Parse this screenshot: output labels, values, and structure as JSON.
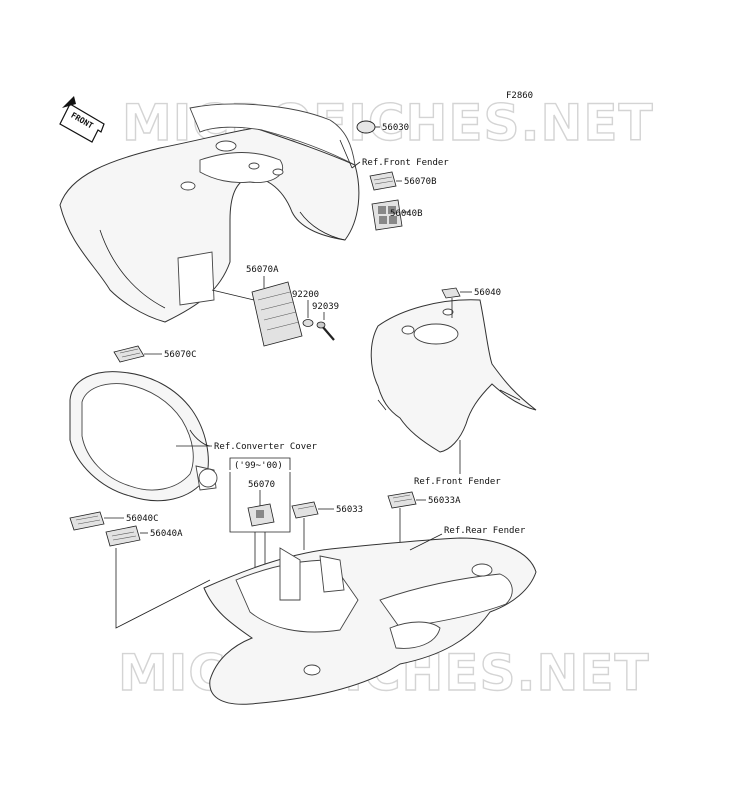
{
  "figure_code": "F2860",
  "watermark": "MICROFICHES.NET",
  "front_arrow_label": "FRONT",
  "parts": {
    "p56030": "56030",
    "p56070B": "56070B",
    "p56040B": "56040B",
    "p56070A": "56070A",
    "p92200": "92200",
    "p92039": "92039",
    "p56040": "56040",
    "p56070C": "56070C",
    "p56070": "56070",
    "p56033": "56033",
    "p56033A": "56033A",
    "p56040C": "56040C",
    "p56040A": "56040A"
  },
  "refs": {
    "front_fender_top": "Ref.Front Fender",
    "front_fender_mid": "Ref.Front Fender",
    "converter_cover": "Ref.Converter Cover",
    "rear_fender": "Ref.Rear Fender"
  },
  "year_note": "('99~'00)"
}
